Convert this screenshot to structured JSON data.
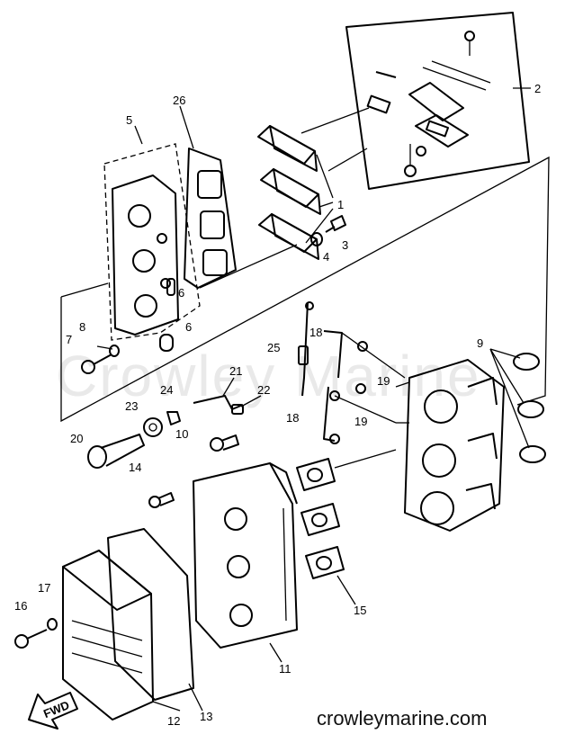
{
  "watermark": "Crowley Marine",
  "credit": "crowleymarine.com",
  "fwd_label": "FWD",
  "callouts": [
    {
      "id": "1",
      "label": "1"
    },
    {
      "id": "2",
      "label": "2"
    },
    {
      "id": "3",
      "label": "3"
    },
    {
      "id": "4",
      "label": "4"
    },
    {
      "id": "5",
      "label": "5"
    },
    {
      "id": "6a",
      "label": "6"
    },
    {
      "id": "6b",
      "label": "6"
    },
    {
      "id": "7",
      "label": "7"
    },
    {
      "id": "8",
      "label": "8"
    },
    {
      "id": "9",
      "label": "9"
    },
    {
      "id": "10",
      "label": "10"
    },
    {
      "id": "11",
      "label": "11"
    },
    {
      "id": "12",
      "label": "12"
    },
    {
      "id": "13",
      "label": "13"
    },
    {
      "id": "14",
      "label": "14"
    },
    {
      "id": "15",
      "label": "15"
    },
    {
      "id": "16",
      "label": "16"
    },
    {
      "id": "17",
      "label": "17"
    },
    {
      "id": "18a",
      "label": "18"
    },
    {
      "id": "18b",
      "label": "18"
    },
    {
      "id": "19a",
      "label": "19"
    },
    {
      "id": "19b",
      "label": "19"
    },
    {
      "id": "20",
      "label": "20"
    },
    {
      "id": "21",
      "label": "21"
    },
    {
      "id": "22",
      "label": "22"
    },
    {
      "id": "23",
      "label": "23"
    },
    {
      "id": "24",
      "label": "24"
    },
    {
      "id": "25",
      "label": "25"
    },
    {
      "id": "26",
      "label": "26"
    }
  ]
}
